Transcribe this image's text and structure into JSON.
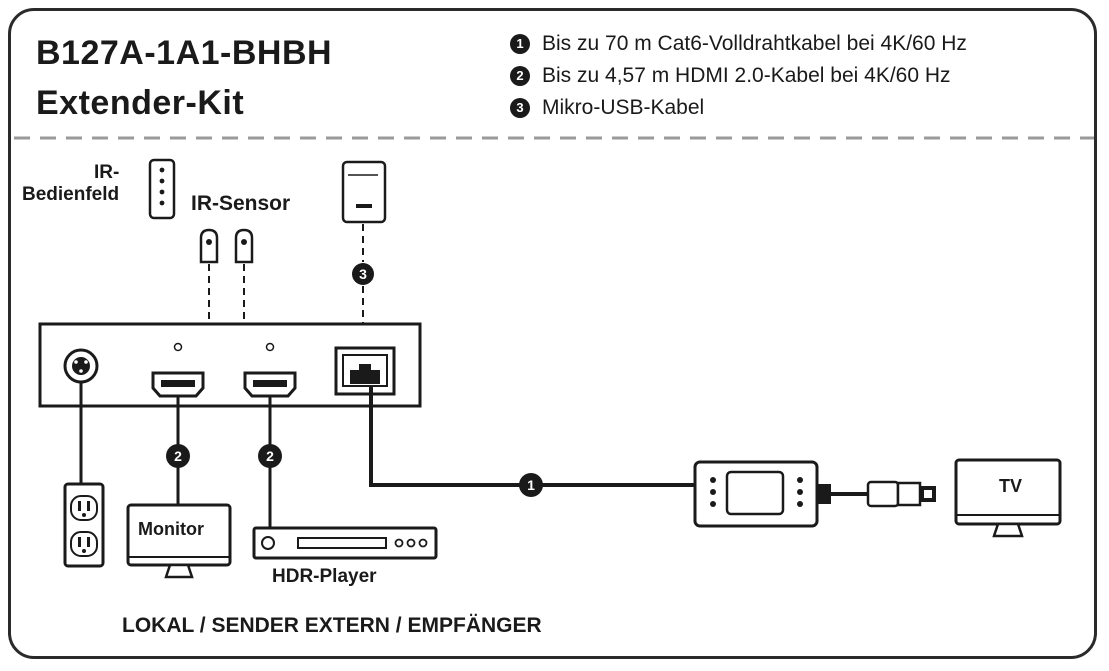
{
  "title": {
    "line1": "B127A-1A1-BHBH",
    "line2": "Extender-Kit"
  },
  "legend": [
    {
      "num": "1",
      "text": "Bis zu 70 m Cat6-Volldrahtkabel bei 4K/60 Hz"
    },
    {
      "num": "2",
      "text": "Bis zu 4,57 m HDMI 2.0-Kabel bei 4K/60 Hz"
    },
    {
      "num": "3",
      "text": "Mikro-USB-Kabel"
    }
  ],
  "labels": {
    "ir_panel_line1": "IR-",
    "ir_panel_line2": "Bedienfeld",
    "ir_sensor": "IR-Sensor",
    "monitor": "Monitor",
    "hdr_player": "HDR-Player",
    "tv": "TV",
    "footer": "LOKAL / SENDER EXTERN / EMPFÄNGER"
  },
  "callouts": {
    "cable1": "1",
    "cable2a": "2",
    "cable2b": "2",
    "cable3": "3"
  }
}
